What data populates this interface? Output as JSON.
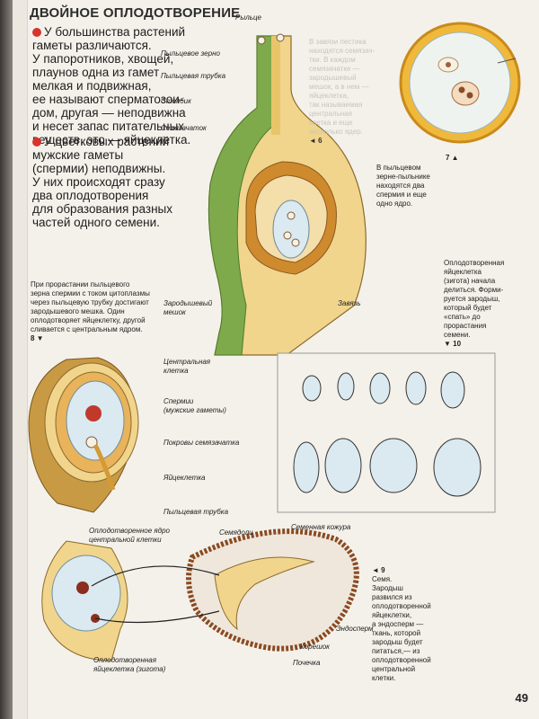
{
  "page_number": "49",
  "title": "Двойное оплодотворение",
  "intro_lines": [
    "У большинства растений",
    "гаметы различаются.",
    "У папоротников, хвощей,",
    "плаунов одна из гамет",
    "мелкая и подвижная,",
    "ее называют сперматозои-",
    "дом, другая — неподвижна",
    "и несет запас питательных",
    "веществ, это — яйцеклетка."
  ],
  "flower_lines": [
    "У цветковых растений",
    "мужские гаметы",
    "(спермии) неподвижны.",
    "У них происходят сразу",
    "два оплодотворения",
    "для образования разных",
    "частей одного семени."
  ],
  "pollen_tube_lines": [
    "При прорастании пыльцевого",
    "зерна спермии с током цитоплазмы",
    "через пыльцевую трубку достигают",
    "зародышевого мешка. Один",
    "оплодотворяет яйцеклетку, другой",
    "сливается с центральным ядром."
  ],
  "pollen_tube_ref": "8 ▼",
  "embryo_sac_lines": [
    "В завязи пестика",
    "находятся семязач-",
    "тки. В каждом",
    "семязачатке —",
    "зародышевый",
    "мешок, а в нем —",
    "яйцеклетка,",
    "так называемая",
    "центральная",
    "клетка и еще",
    "несколько ядер."
  ],
  "embryo_sac_ref": "◄ 6",
  "pollen_grain_ref": "7 ▲",
  "pollen_grain_lines": [
    "В пыльцевом",
    "зерне-пыльнике",
    "находятся два",
    "спермия и еще",
    "одно ядро."
  ],
  "zygote_lines": [
    "Оплодотворенная",
    "яйцеклетка",
    "(зигота) начала",
    "делиться. Форми-",
    "руется зародыш,",
    "который будет",
    "«спать» до",
    "прорастания",
    "семени."
  ],
  "zygote_ref": "▼ 10",
  "seed_ref": "◄ 9",
  "seed_lines": [
    "Семя.",
    "Зародыш",
    "развился из",
    "оплодотворенной",
    "яйцеклетки,",
    "а эндосперм —",
    "ткань, которой",
    "зародыш будет",
    "питаться,— из",
    "оплодотворенной",
    "центральной",
    "клетки."
  ],
  "pistil_labels": {
    "stigma": "Рыльце",
    "pollen_grain": "Пыльцевое зерно",
    "pollen_tube": "Пыльцевая трубка",
    "style": "Столбик",
    "ovule": "Семязачаток",
    "embryo_sac": "Зародышевый",
    "embryo_sac_2": "мешок",
    "ovary": "Завязь"
  },
  "ovule_labels": {
    "central_cell": "Центральная",
    "central_cell_2": "клетка",
    "sperm": "Спермии",
    "sperm_2": "(мужские гаметы)",
    "integument": "Покровы семязачатка",
    "egg": "Яйцеклетка",
    "pollen_tube": "Пыльцевая трубка"
  },
  "seed_labels": {
    "fert_nucleus": "Оплодотворенное ядро",
    "fert_nucleus_2": "центральной клетки",
    "cotyledons": "Семядоли",
    "seed_coat": "Семенная кожура",
    "endosperm": "Эндосперм",
    "root": "Корешок",
    "bud": "Почечка",
    "zygote": "Оплодотворенная",
    "zygote_2": "яйцеклетка (зигота)"
  },
  "colors": {
    "bullet": "#d6342c",
    "pistil_green": "#7faa4c",
    "tissue_yellow": "#f1d58d",
    "tissue_orange": "#cf8a2e",
    "seed_brown": "#8a4a22",
    "cell_blue": "#dbe9f0"
  }
}
